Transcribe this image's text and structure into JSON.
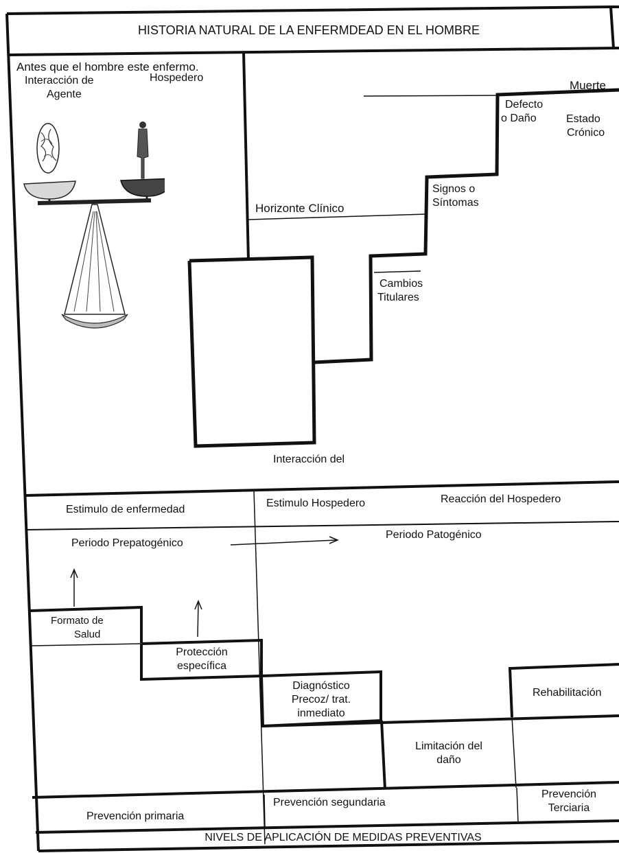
{
  "title": "HISTORIA NATURAL DE LA ENFERMDEAD EN EL HOMBRE",
  "top_left": {
    "heading": "Antes que el hombre este enfermo.",
    "agent_label_1": "Interacción de",
    "agent_label_2": "Agente",
    "host_label": "Hospedero"
  },
  "top_right": {
    "muerte": "Muerte",
    "defecto_1": "Defecto",
    "defecto_2": "o Daño",
    "cronico_1": "Estado",
    "cronico_2": "Crónico",
    "signos_1": "Signos o",
    "signos_2": "Síntomas",
    "horizonte": "Horizonte Clínico",
    "cambios_1": "Cambios",
    "cambios_2": "Titulares",
    "interaccion": "Interacción del"
  },
  "stimulus_row": {
    "left": "Estimulo de enfermedad",
    "middle": "Estimulo Hospedero",
    "right": "Reacción del Hospedero"
  },
  "periods": {
    "prepatogenic": "Periodo Prepatogénico",
    "patogenic": "Periodo Patogénico"
  },
  "levels": {
    "formato_1": "Formato de",
    "formato_2": "Salud",
    "proteccion_1": "Protección",
    "proteccion_2": "específica",
    "diagnostico_1": "Diagnóstico",
    "diagnostico_2": "Precoz/ trat.",
    "diagnostico_3": "inmediato",
    "limitacion_1": "Limitación del",
    "limitacion_2": "daño",
    "rehabilitacion": "Rehabilitación"
  },
  "prevention": {
    "primaria": "Prevención primaria",
    "segundaria": "Prevención segundaria",
    "terciaria_1": "Prevención",
    "terciaria_2": "Terciaria"
  },
  "footer": "NIVELS DE APLICACIÓN DE MEDIDAS PREVENTIVAS"
}
